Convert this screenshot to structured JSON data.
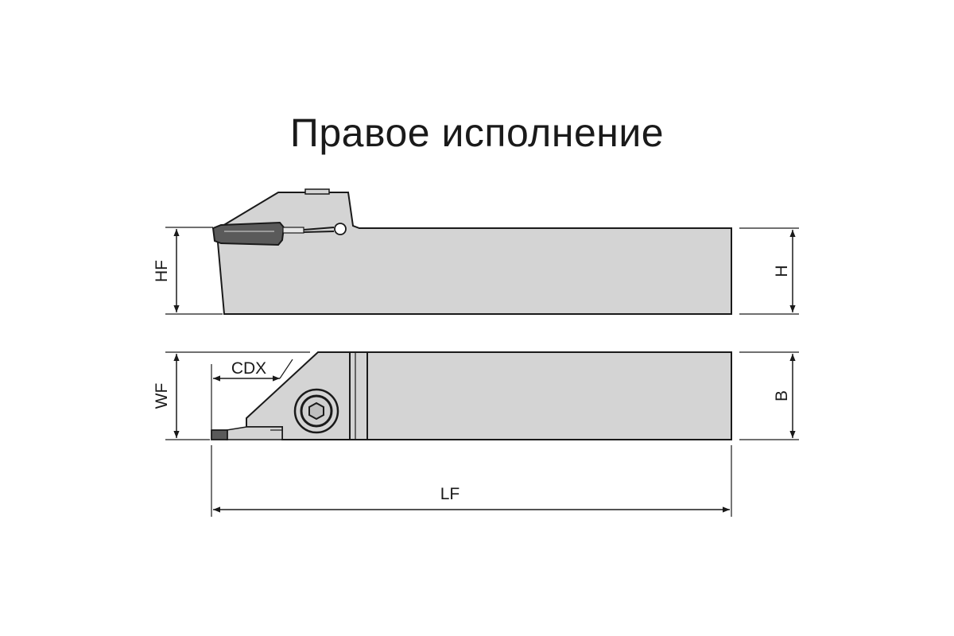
{
  "title": "Правое исполнение",
  "dimensions": {
    "hf": "HF",
    "h": "H",
    "wf": "WF",
    "cdx": "CDX",
    "b": "B",
    "lf": "LF"
  },
  "colors": {
    "tool_body": "#d4d4d4",
    "insert": "#5a5a5a",
    "outline": "#1a1a1a"
  }
}
